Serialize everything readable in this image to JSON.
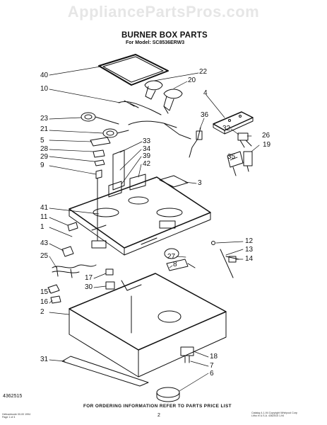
{
  "watermark": "AppliancePartsPros.com",
  "title": "BURNER BOX PARTS",
  "subtitle": "For Model: SC8536ERW3",
  "catalog_number": "4362515",
  "instruction": "FOR ORDERING INFORMATION REFER TO PARTS PRICE LIST",
  "page_number": "2",
  "footer_left": [
    "Hellcanboote 00-00  1994",
    "Page 1 of 4"
  ],
  "footer_right": [
    "Catalog 4-1-94 Copyright Whirlpool Corp",
    "Litho in U.S.A. 4362515 1-94"
  ],
  "callouts": {
    "c40": "40",
    "c22": "22",
    "c20": "20",
    "c10": "10",
    "c4": "4",
    "c23": "23",
    "c36": "36",
    "c21": "21",
    "c32": "32",
    "c26": "26",
    "c5": "5",
    "c33": "33",
    "c19": "19",
    "c28": "28",
    "c34": "34",
    "c29": "29",
    "c39": "39",
    "c35": "35",
    "c9": "9",
    "c42": "42",
    "c3": "3",
    "c41": "41",
    "c11": "11",
    "c1": "1",
    "c12": "12",
    "c43": "43",
    "c13": "13",
    "c25": "25",
    "c27": "27",
    "c14": "14",
    "c8": "8",
    "c17": "17",
    "c30": "30",
    "c15": "15",
    "c16": "16",
    "c2": "2",
    "c18": "18",
    "c31": "31",
    "c7": "7",
    "c6": "6"
  }
}
